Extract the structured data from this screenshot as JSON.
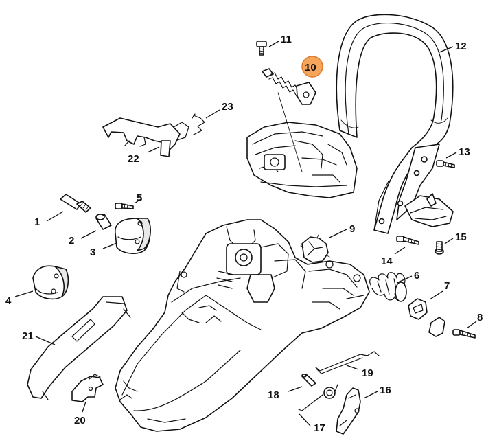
{
  "diagram": {
    "highlight_color": "#f5a55c",
    "highlighted_callout": "10",
    "callouts": {
      "c1": "1",
      "c2": "2",
      "c3": "3",
      "c4": "4",
      "c5": "5",
      "c6": "6",
      "c7": "7",
      "c8": "8",
      "c9": "9",
      "c10": "10",
      "c11": "11",
      "c12": "12",
      "c13": "13",
      "c14": "14",
      "c15": "15",
      "c16": "16",
      "c17": "17",
      "c18": "18",
      "c19": "19",
      "c20": "20",
      "c21": "21",
      "c22": "22",
      "c23": "23"
    }
  }
}
